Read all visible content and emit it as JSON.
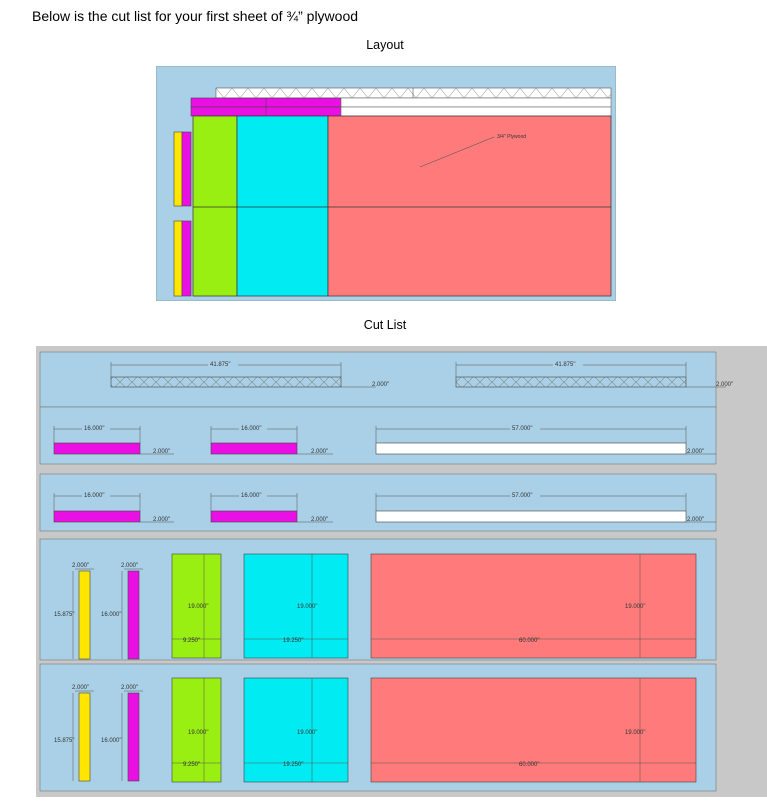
{
  "heading": "Below is the cut list for your first sheet of ¾” plywood",
  "layout_title": "Layout",
  "cutlist_title": "Cut List",
  "layout_label": "3/4\" Plywood",
  "dims": {
    "d41875": "41.875\"",
    "d2": "2.000\"",
    "d16": "16.000\"",
    "d57": "57.000\"",
    "d15875": "15.875\"",
    "d19": "19.000\"",
    "d925": "9.250\"",
    "d1925": "19.250\"",
    "d60": "60.000\""
  },
  "colors": {
    "panel_blue": "#a9d0e6",
    "panel_gray": "#c8c8c8",
    "magenta": "#ea10e4",
    "yellow": "#ffe600",
    "green": "#99ee12",
    "cyan": "#00ecf2",
    "salmon": "#ff7b7b",
    "white": "#ffffff"
  }
}
